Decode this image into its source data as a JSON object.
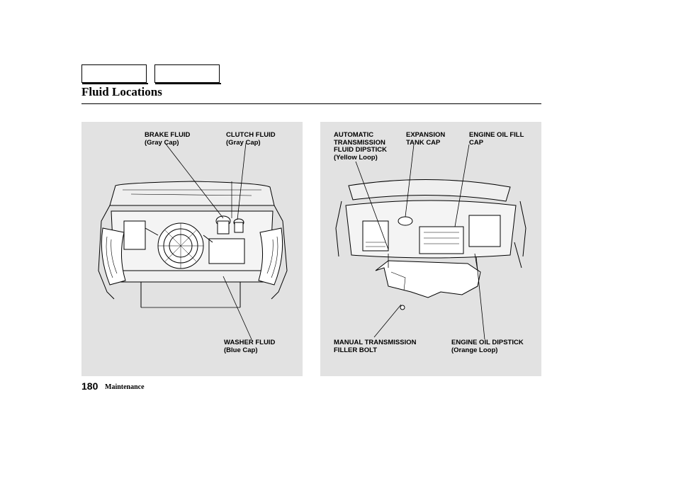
{
  "header": {
    "title": "Fluid Locations"
  },
  "left_panel": {
    "brake": {
      "line1": "BRAKE FLUID",
      "line2": "(Gray Cap)"
    },
    "clutch": {
      "line1": "CLUTCH FLUID",
      "line2": "(Gray Cap)"
    },
    "washer": {
      "line1": "WASHER FLUID",
      "line2": "(Blue Cap)"
    }
  },
  "right_panel": {
    "atf": {
      "line1": "AUTOMATIC",
      "line2": "TRANSMISSION",
      "line3": "FLUID DIPSTICK",
      "line4": "(Yellow Loop)"
    },
    "expansion": {
      "line1": "EXPANSION",
      "line2": "TANK CAP"
    },
    "oilfill": {
      "line1": "ENGINE OIL FILL",
      "line2": "CAP"
    },
    "manual": {
      "line1": "MANUAL TRANSMISSION",
      "line2": "FILLER BOLT"
    },
    "dipstick": {
      "line1": "ENGINE OIL DIPSTICK",
      "line2": "(Orange Loop)"
    }
  },
  "footer": {
    "page_number": "180",
    "section": "Maintenance"
  }
}
